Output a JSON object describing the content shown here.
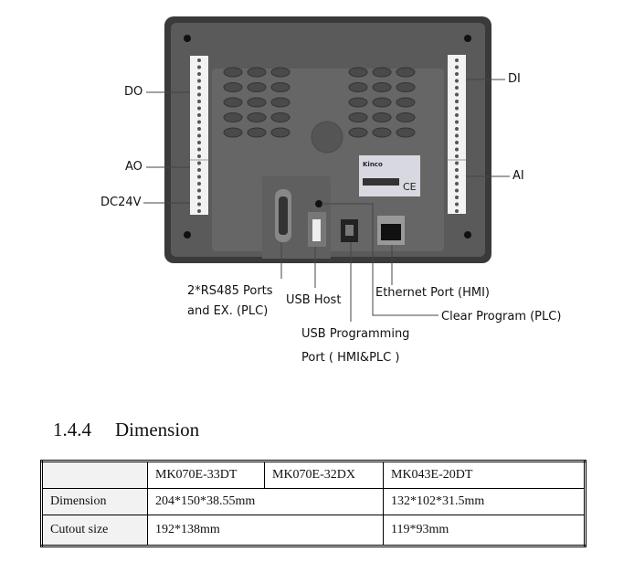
{
  "diagram": {
    "labels": {
      "do": "DO",
      "ao": "AO",
      "dc24v": "DC24V",
      "di": "DI",
      "ai": "AI",
      "rs485_line1": "2*RS485 Ports",
      "rs485_line2": "and EX. (PLC)",
      "usb_host": "USB Host",
      "usb_prog_line1": "USB Programming",
      "usb_prog_line2": "Port ( HMI&PLC )",
      "ethernet": "Ethernet Port (HMI)",
      "clear_program": "Clear Program (PLC)"
    },
    "device_brand": "Kinco"
  },
  "section": {
    "number": "1.4.4",
    "title": "Dimension"
  },
  "table": {
    "headers": [
      "",
      "MK070E-33DT",
      "MK070E-32DX",
      "MK043E-20DT"
    ],
    "rows": [
      {
        "label": "Dimension",
        "value_7in": "204*150*38.55mm",
        "value_43in": "132*102*31.5mm"
      },
      {
        "label": "Cutout size",
        "value_7in": "192*138mm",
        "value_43in": "119*93mm"
      }
    ]
  }
}
